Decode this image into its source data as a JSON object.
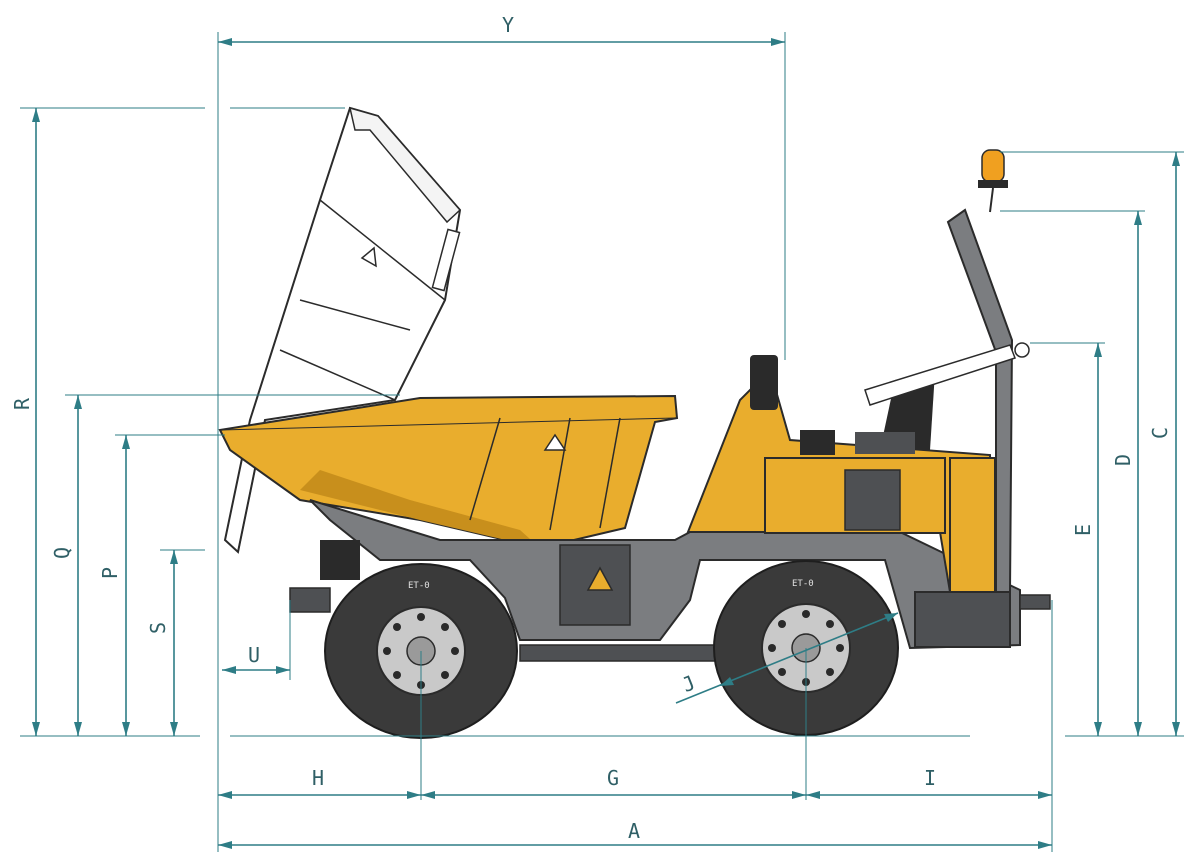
{
  "diagram": {
    "dimensions": {
      "Y": "Y",
      "R": "R",
      "Q": "Q",
      "P": "P",
      "S": "S",
      "U": "U",
      "C": "C",
      "D": "D",
      "E": "E",
      "J": "J",
      "H": "H",
      "G": "G",
      "I": "I",
      "A": "A"
    },
    "tyre_marking": "ET-0",
    "colors": {
      "dimension": "#2e7d86",
      "body": "#e9ad2d",
      "chassis": "#7b7d80",
      "beacon": "#f0a020"
    }
  }
}
